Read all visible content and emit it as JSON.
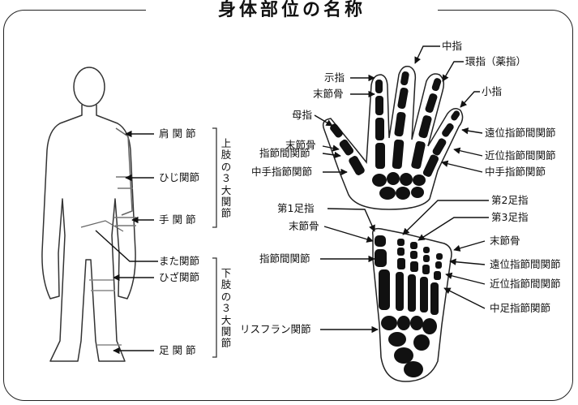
{
  "title": "身体部位の名称",
  "body": {
    "upper_group": "上肢の３大関節",
    "lower_group": "下肢の３大関節",
    "shoulder": "肩 関 節",
    "elbow": "ひじ関節",
    "wrist": "手 関 節",
    "hip": "また関節",
    "knee": "ひざ関節",
    "ankle": "足 関 節"
  },
  "hand": {
    "middle": "中指",
    "ring": "環指（薬指）",
    "index": "示指",
    "distal_phalanx_a": "末節骨",
    "little": "小指",
    "thumb": "母指",
    "dip": "遠位指節間関節",
    "distal_phalanx_b": "末節骨",
    "ip": "指節間関節",
    "pip": "近位指節間関節",
    "mcp_left": "中手指節関節",
    "mcp_right": "中手指節関節"
  },
  "foot": {
    "second_toe": "第2足指",
    "first_toe": "第1足指",
    "third_toe": "第3足指",
    "distal_phalanx_left": "末節骨",
    "distal_phalanx_right": "末節骨",
    "ip": "指節間関節",
    "dip": "遠位指節間関節",
    "pip": "近位指節間関節",
    "mtp": "中足指節関節",
    "lisfranc": "リスフラン関節"
  }
}
